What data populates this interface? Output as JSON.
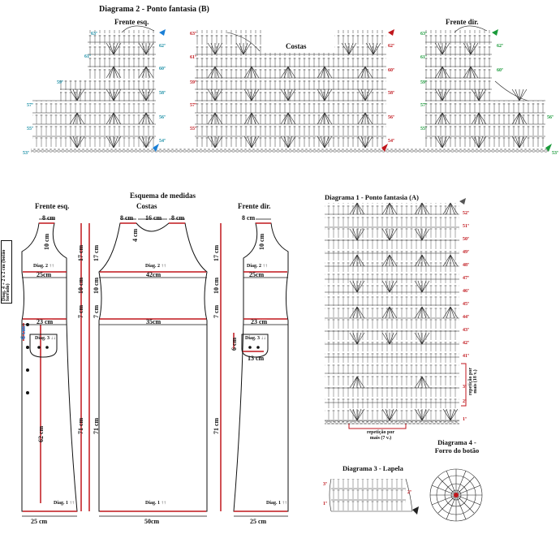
{
  "diagram2": {
    "title": "Diagrama 2 - Ponto fantasia (B)",
    "frente_esq": "Frente esq.",
    "costas": "Costas",
    "frente_dir": "Frente dir.",
    "row_labels_left": [
      "63ª",
      "62ª",
      "61ª",
      "60ª",
      "59ª",
      "58ª",
      "57ª",
      "56ª",
      "55ª",
      "54ª",
      "53ª"
    ],
    "row_colors": {
      "blue": "#1a7fd6",
      "red": "#c0161c",
      "green": "#1a9a3a",
      "teal": "#1a8fa6"
    }
  },
  "schema": {
    "title": "Esquema de medidas",
    "costas": "Costas",
    "frente_esq": "Frente esq.",
    "frente_dir": "Frente dir.",
    "m_8cm": "8 cm",
    "m_16cm": "16 cm",
    "m_10cm": "10 cm",
    "m_4cm": "4 cm",
    "m_17cm": "17 cm",
    "m_7cm": "7 cm",
    "m_71cm": "71 cm",
    "m_62cm": "62 cm",
    "m_6cm": "6 cm",
    "m_13cm": "13 cm",
    "m_25cm": "25cm",
    "m_42cm": "42cm",
    "m_23cm": "23 cm",
    "m_35cm": "35cm",
    "m_25cm_b": "25 cm",
    "m_50cm": "50cm",
    "diag2": "Diag. 2 ↑↑",
    "diag3": "Diag. 3 ↓↓",
    "diag1": "Diag. 1 ↑↑",
    "side_box": "Diag. 4 + 2 x 2 cm (botão forrado)"
  },
  "diagram1": {
    "title": "Diagrama 1 - Ponto fantasia (A)",
    "rows": [
      "52ª",
      "51ª",
      "50ª",
      "49ª",
      "48ª",
      "47ª",
      "46ª",
      "45ª",
      "44ª",
      "43ª",
      "42ª",
      "41ª",
      "3ª",
      "2ª",
      "1ª"
    ],
    "rep_bottom": "repetição por mais (7 v.)",
    "rep_side": "repetição por mais (18 v.)"
  },
  "diagram3": {
    "title": "Diagrama 3 - Lapela",
    "rows": [
      "3ª",
      "2ª",
      "1ª"
    ]
  },
  "diagram4": {
    "title": "Diagrama 4 - Forro do botão"
  }
}
